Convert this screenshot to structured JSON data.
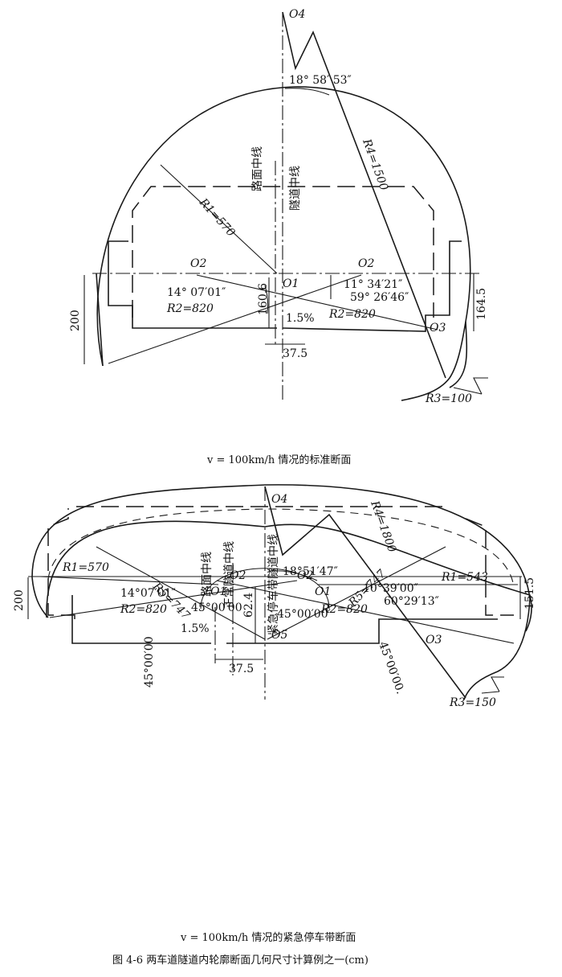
{
  "diagram_top": {
    "caption": "v = 100km/h 情况的标准断面",
    "labels": {
      "O4": "O4",
      "O1": "O1",
      "O2_left": "O2",
      "O2_right": "O2",
      "O3": "O3",
      "angle_top": "18°  58′  53″",
      "R4": "R4=1500",
      "R1": "R1=570",
      "R2_left": "R2=820",
      "R2_right": "R2=820",
      "R3": "R3=100",
      "angle_left": "14° 07′01″",
      "angle_right": "11° 34′21″",
      "angle_right2": "59° 26′46″",
      "dim_200": "200",
      "dim_160_6": "160.6",
      "dim_164_5": "164.5",
      "slope": "1.5%",
      "dim_37_5": "37.5",
      "road_centerline": "路面中线",
      "tunnel_centerline": "隧道中线"
    }
  },
  "diagram_bottom": {
    "caption": "v = 100km/h 情况的紧急停车带断面",
    "labels": {
      "O4": "O4",
      "O1_left": "O1",
      "O1_right": "O1",
      "O2_left": "O2",
      "O2_right": "O2",
      "O3": "O3",
      "O5": "O5",
      "angle_top": "18°51′47″",
      "R4": "R4=1800",
      "R5_left": "R5=747",
      "R5_right": "R5=747",
      "R1_left": "R1=570",
      "R1_right": "R1=543",
      "R2_left": "R2=820",
      "R2_right": "R2=820",
      "R3": "R3=150",
      "angle_45_top_left": "45°00′00",
      "angle_45_left": "45°00′00",
      "angle_45_top_right": "45°00′00′",
      "angle_45_right": "45°00′00.",
      "angle_left": "14°07′01″",
      "angle_right": "10°39′00″",
      "angle_right2": "60°29′13″",
      "dim_200": "200",
      "dim_62_4": "62.4",
      "dim_151_5": "151.5",
      "slope": "1.5%",
      "dim_37_5": "37.5",
      "road_centerline": "路面中线",
      "main_tunnel_centerline": "正常隧道中线",
      "emergency_centerline": "紧急停车带隧道中线"
    }
  },
  "figure_caption": "图 4-6   两车道隧道内轮廓断面几何尺寸计算例之一(cm)"
}
